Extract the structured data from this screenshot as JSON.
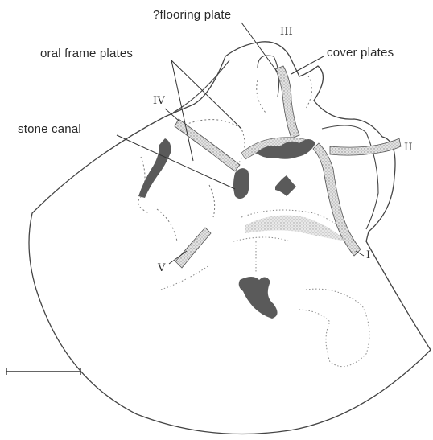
{
  "labels": {
    "flooring_plate": "?flooring plate",
    "oral_frame_plates": "oral frame plates",
    "cover_plates": "cover plates",
    "stone_canal": "stone canal"
  },
  "ray_numerals": {
    "i": "I",
    "ii": "II",
    "iii": "III",
    "iv": "IV",
    "v": "V"
  },
  "colors": {
    "dark_fill": "#5a5a5a",
    "stipple": "#b8b8b8",
    "outline": "#444444"
  }
}
